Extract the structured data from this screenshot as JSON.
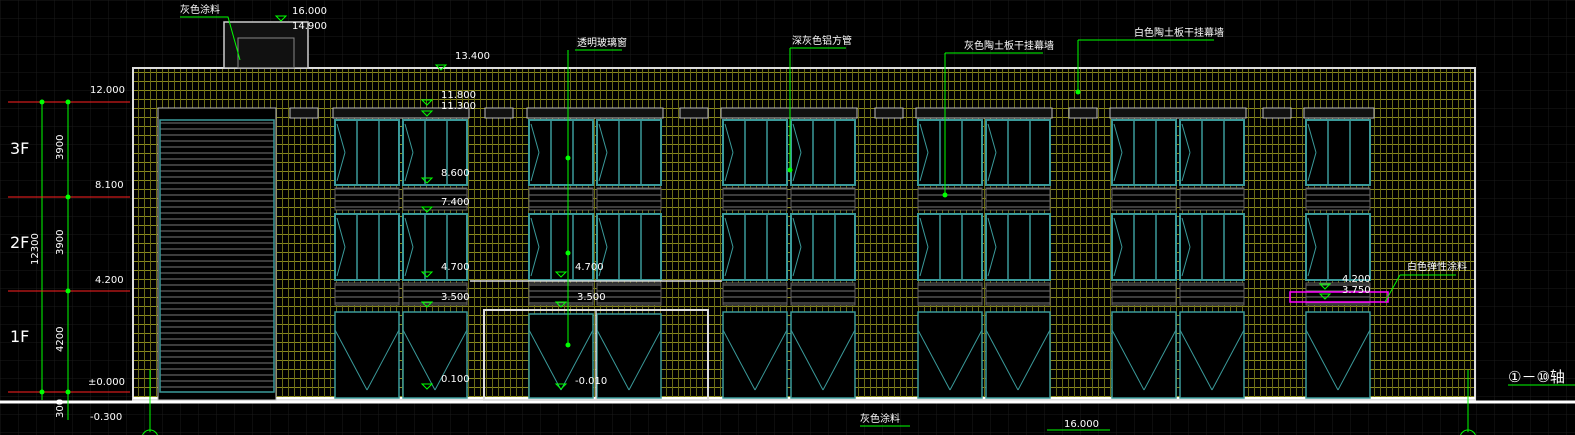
{
  "levels": {
    "roof_top": "16.000",
    "roof_sub": "14.900",
    "parapet": "13.400",
    "top": "12.000",
    "l11_800": "11.800",
    "l11_300": "11.300",
    "l8_600": "8.600",
    "l8_100": "8.100",
    "l7_400": "7.400",
    "l4_700": "4.700",
    "l4_700b": "4.700",
    "l4_200": "4.200",
    "l4_200b": "4.200",
    "l3_750": "3.750",
    "l3_500": "3.500",
    "l3_500b": "3.500",
    "l0_100": "0.100",
    "ground": "±0.000",
    "l_neg0_010": "-0.010",
    "l_neg0_300": "-0.300",
    "bottom_16": "16.000"
  },
  "floors": [
    "3F",
    "2F",
    "1F"
  ],
  "dims": {
    "total": "12300",
    "f3": "3900",
    "f2": "3900",
    "f1": "4200",
    "base": "300"
  },
  "annotations": {
    "gray_paint": "灰色涂料",
    "glass": "透明玻璃窗",
    "deep_gray_tube": "深灰色铝方管",
    "gray_ceramic": "灰色陶土板干挂幕墙",
    "white_ceramic": "白色陶土板干挂幕墙",
    "white_elastic": "白色弹性涂料",
    "gray_paint_bottom": "灰色涂料"
  },
  "title_label": "①－⑩轴",
  "colors": {
    "background": "#000000",
    "wall_lines": "#8a8a1e",
    "window_frame": "#3a9a9a",
    "leader": "#00ff00",
    "level_red": "#ff2020",
    "magenta": "#ff00ff",
    "text": "#ffffff"
  }
}
